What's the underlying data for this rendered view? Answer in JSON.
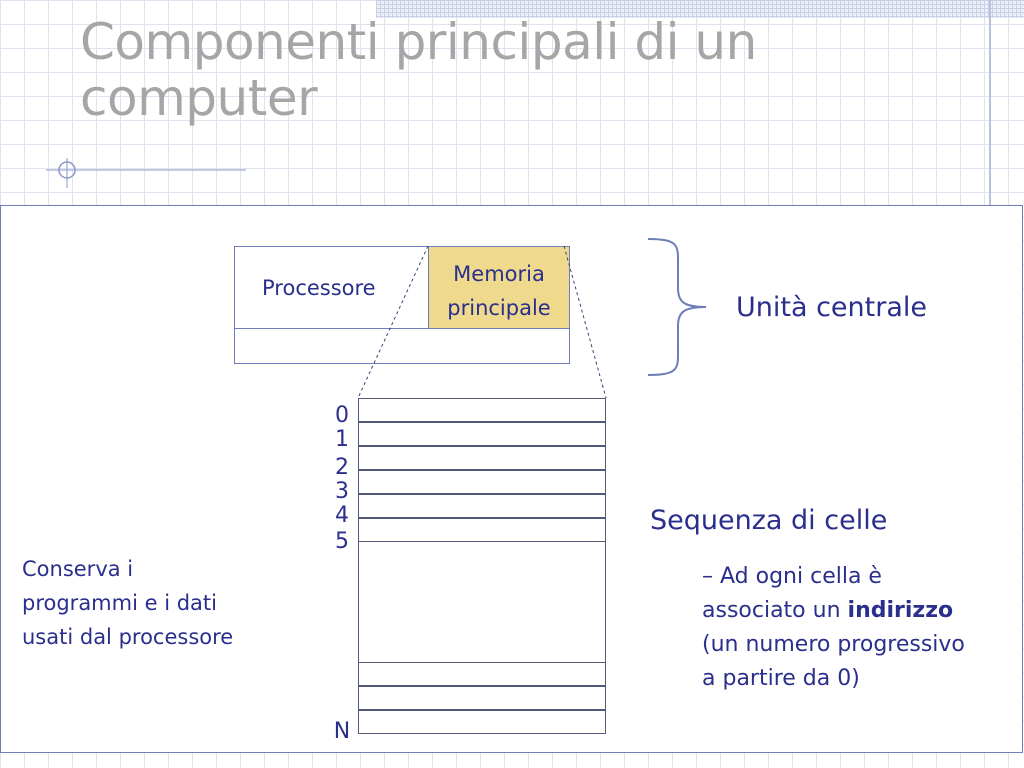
{
  "slide": {
    "title_line1": "Componenti principali di un",
    "title_line2": "computer"
  },
  "diagram": {
    "processor_label": "Processore",
    "memory_label_line1": "Memoria",
    "memory_label_line2": "principale",
    "central_unit_label": "Unità centrale",
    "cell_indices": [
      "0",
      "1",
      "2",
      "3",
      "4",
      "5"
    ],
    "last_index": "N"
  },
  "text": {
    "left_line1": "Conserva i",
    "left_line2": "programmi e i dati",
    "left_line3": "usati dal processore",
    "right_heading": "Sequenza di celle",
    "bullet_dash": "–",
    "bullet_part1": "Ad ogni cella è",
    "bullet_part2": "associato un",
    "bullet_bold": "indirizzo",
    "bullet_part3": "(un numero progressivo",
    "bullet_part4": "a partire da 0)"
  },
  "colors": {
    "title": "#a6a6a6",
    "text": "#2b2f8c",
    "memory_fill": "#efd98c",
    "border": "#6f7db8"
  }
}
